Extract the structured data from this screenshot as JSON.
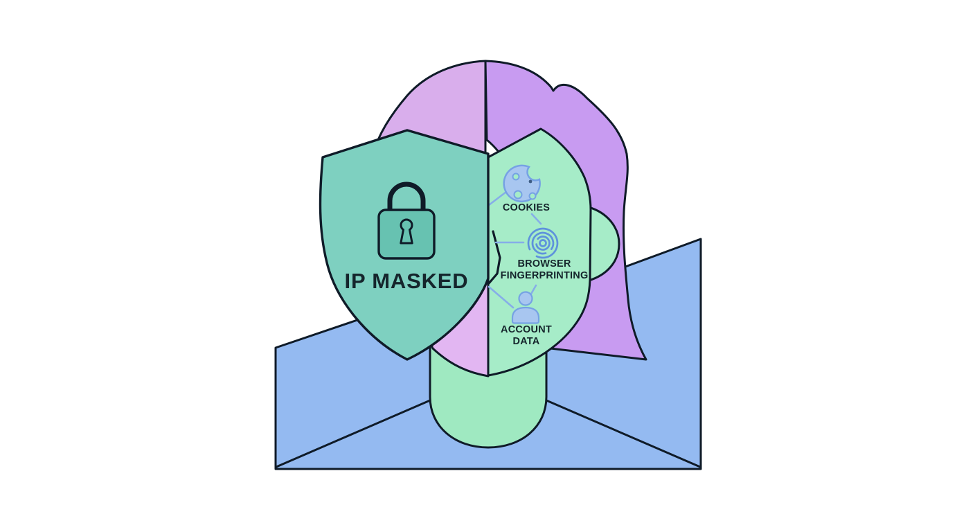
{
  "figure": {
    "shield": {
      "label": "IP MASKED",
      "icon": "lock-icon"
    },
    "trackers": [
      {
        "name": "cookies",
        "icon": "cookie-icon",
        "lines": [
          "COOKIES"
        ]
      },
      {
        "name": "browser-fingerprinting",
        "icon": "fingerprint-icon",
        "lines": [
          "BROWSER",
          "FINGERPRINTING"
        ]
      },
      {
        "name": "account-data",
        "icon": "user-icon",
        "lines": [
          "ACCOUNT",
          "DATA"
        ]
      }
    ],
    "colors": {
      "outline": "#0f1b28",
      "hair_left": "#d9aeec",
      "hair_right": "#c89bf1",
      "face_left": "#e2b6f2",
      "face_right": "#a6ecc8",
      "neck": "#9fe9c1",
      "shoulders": "#94baf1",
      "shield": "#7ed0c0",
      "lock_body": "#67c2b1",
      "icon_fill": "#a8c6f0",
      "icon_stroke": "#76a2e4",
      "fingerprint_stroke": "#5e92dc",
      "connector": "#86aee8",
      "label_text": "#15252c"
    }
  }
}
